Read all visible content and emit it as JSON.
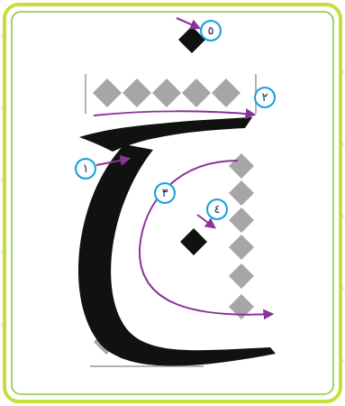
{
  "diagram": {
    "labels": [
      "٥",
      "٢",
      "١",
      "٣",
      "٤"
    ]
  }
}
